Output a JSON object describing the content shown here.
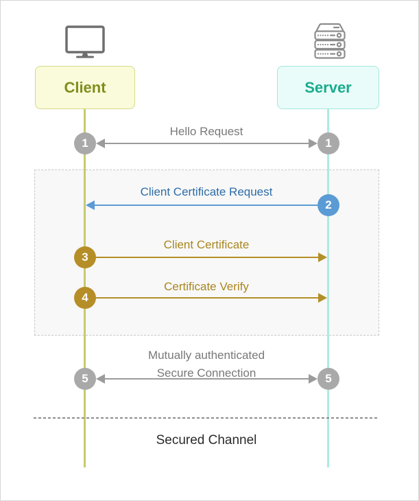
{
  "actors": [
    {
      "id": "client",
      "label": "Client",
      "icon": "monitor-icon"
    },
    {
      "id": "server",
      "label": "Server",
      "icon": "server-icon"
    }
  ],
  "messages": [
    {
      "step": "1",
      "label": "Hello Request",
      "direction": "bidirectional",
      "color": "#9b9b9b"
    },
    {
      "step": "2",
      "label": "Client Certificate Request",
      "direction": "server-to-client",
      "color": "#5b9bd5"
    },
    {
      "step": "3",
      "label": "Client Certificate",
      "direction": "client-to-server",
      "color": "#b68e28"
    },
    {
      "step": "4",
      "label": "Certificate Verify",
      "direction": "client-to-server",
      "color": "#b68e28"
    },
    {
      "step": "5",
      "label_line1": "Mutually authenticated",
      "label_line2": "Secure Connection",
      "direction": "bidirectional",
      "color": "#9b9b9b"
    }
  ],
  "footer": {
    "label": "Secured Channel"
  },
  "colors": {
    "client_fill": "#fafbda",
    "client_border": "#d5d88a",
    "client_text": "#7e8e1f",
    "client_lifeline": "#c7cb6e",
    "server_fill": "#e9fcf9",
    "server_border": "#a3e7da",
    "server_text": "#1cab8f",
    "server_lifeline": "#aeeae1",
    "step_gray": "#a9a9a9",
    "step_blue": "#5b9bd5",
    "step_gold": "#b68e28",
    "label_gray": "#787878",
    "label_blue": "#2d6ca6",
    "label_gold": "#a9861f",
    "region_fill": "#f8f8f8",
    "region_border": "#c8c8c8",
    "divider": "#8c8c8c",
    "footer_text": "#2b2b2b"
  }
}
